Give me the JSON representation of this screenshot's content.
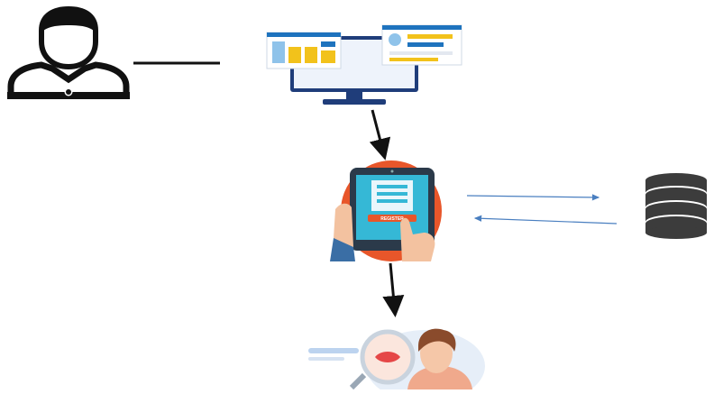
{
  "diagram": {
    "nodes": [
      {
        "id": "user",
        "icon": "user-icon"
      },
      {
        "id": "computer",
        "icon": "computer-dashboard-icon"
      },
      {
        "id": "tablet",
        "icon": "tablet-register-icon"
      },
      {
        "id": "database",
        "icon": "database-icon"
      },
      {
        "id": "face",
        "icon": "face-scan-icon"
      }
    ],
    "edges": [
      {
        "from": "user",
        "to": "computer",
        "style": "line"
      },
      {
        "from": "computer",
        "to": "tablet",
        "style": "arrow"
      },
      {
        "from": "tablet",
        "to": "database",
        "style": "arrow"
      },
      {
        "from": "database",
        "to": "tablet",
        "style": "arrow"
      },
      {
        "from": "tablet",
        "to": "face",
        "style": "arrow"
      }
    ]
  },
  "tablet": {
    "button_label": "REGISTER"
  },
  "colors": {
    "accent_orange": "#e8562a",
    "tablet_screen": "#35b8d6",
    "database": "#3c3c3c",
    "edge_black": "#111111",
    "edge_blue": "#4a7fc0",
    "dashboard_yellow": "#f2c21b",
    "dashboard_blue": "#1e73be"
  }
}
